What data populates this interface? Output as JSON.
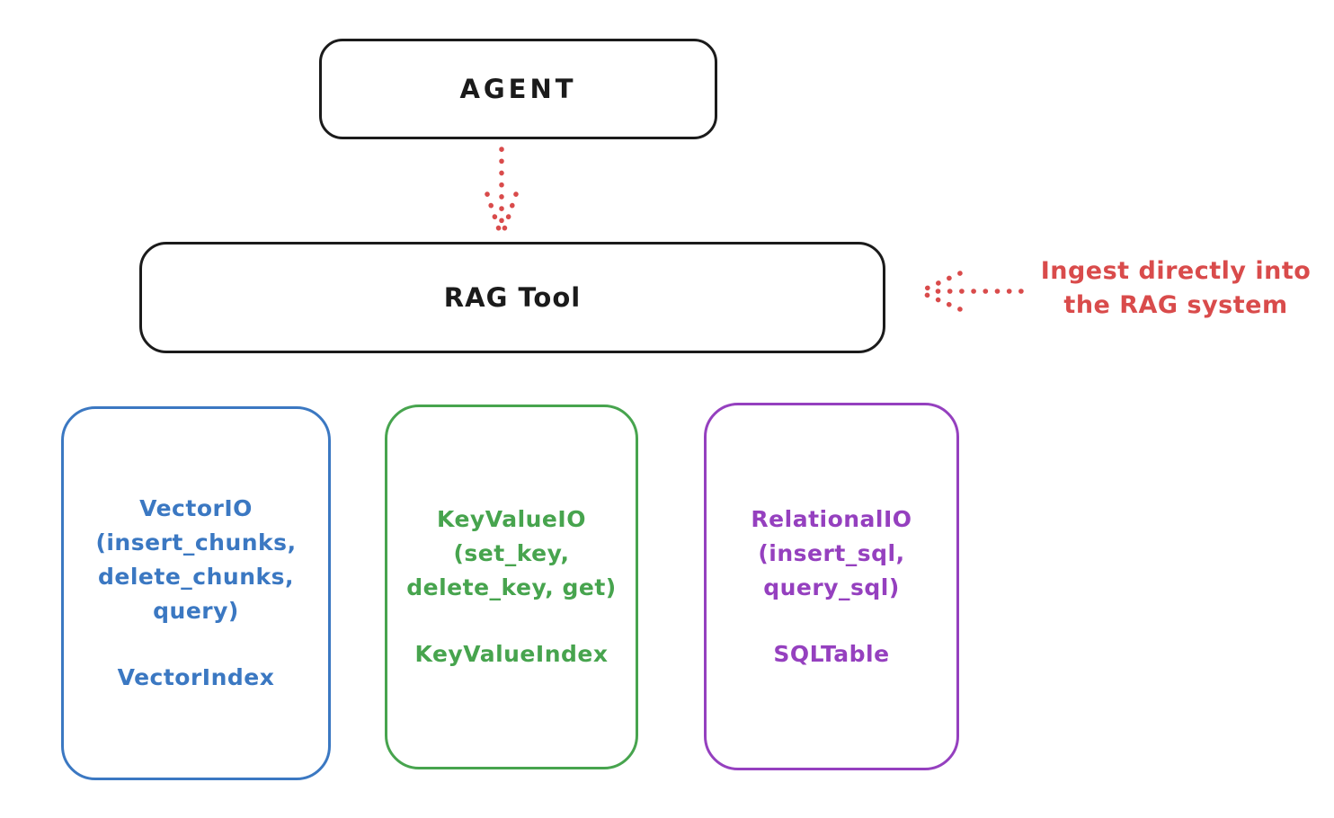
{
  "colors": {
    "ink": "#1b1b1b",
    "red": "#d94b4b",
    "blue": "#3b78c2",
    "green": "#47a44e",
    "purple": "#9540bf"
  },
  "agent": {
    "label": "AGENT"
  },
  "rag_tool": {
    "label": "RAG Tool"
  },
  "annotation": {
    "lines": [
      "Ingest directly into",
      "the RAG system"
    ]
  },
  "arrows": [
    {
      "name": "agent-to-rag-tool",
      "style": "dotted",
      "direction": "down",
      "color": "#d94b4b"
    },
    {
      "name": "annotation-to-rag-tool",
      "style": "dotted",
      "direction": "left",
      "color": "#d94b4b"
    }
  ],
  "boxes": [
    {
      "id": "vector-io",
      "color": "#3b78c2",
      "title_lines": [
        "VectorIO",
        "(insert_chunks,",
        "delete_chunks,",
        "query)"
      ],
      "index_label": "VectorIndex"
    },
    {
      "id": "key-value-io",
      "color": "#47a44e",
      "title_lines": [
        "KeyValueIO",
        "(set_key,",
        "delete_key, get)"
      ],
      "index_label": "KeyValueIndex"
    },
    {
      "id": "relational-io",
      "color": "#9540bf",
      "title_lines": [
        "RelationalIO",
        "(insert_sql,",
        "query_sql)"
      ],
      "index_label": "SQLTable"
    }
  ]
}
